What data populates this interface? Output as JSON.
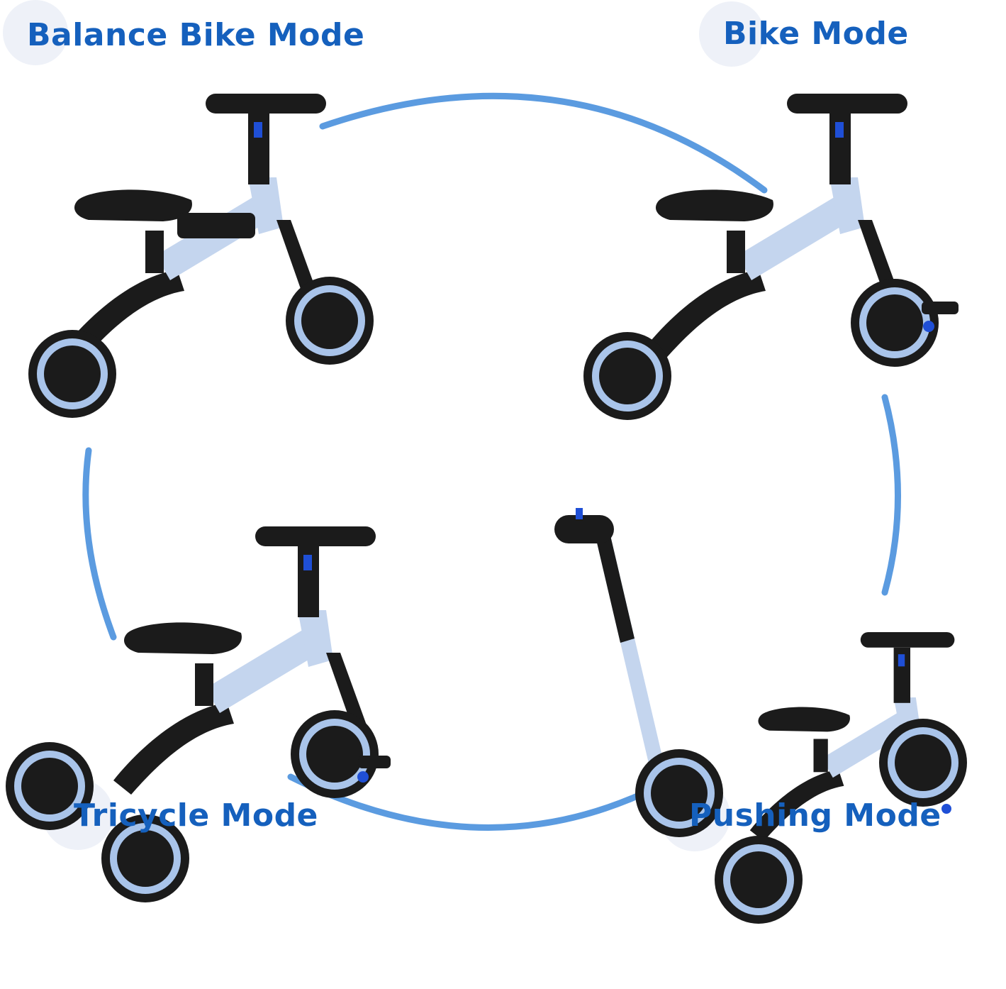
{
  "colors": {
    "label_text": "#1560bd",
    "label_bubble": "#eef1f8",
    "arc": "#5b9be0",
    "frame": "#c4d5ee",
    "frame_shadow": "#9fb6dc",
    "rubber": "#1b1b1b",
    "rim": "#a9c4ea",
    "accent": "#1f4fd6",
    "background": "#ffffff"
  },
  "modes": {
    "balance": {
      "label": "Balance Bike Mode",
      "image": "balance-bike-photo"
    },
    "bike": {
      "label": "Bike Mode",
      "image": "pedal-bike-photo"
    },
    "tricycle": {
      "label": "Tricycle Mode",
      "image": "tricycle-photo"
    },
    "pushing": {
      "label": "Pushing Mode",
      "image": "push-trike-photo"
    }
  }
}
